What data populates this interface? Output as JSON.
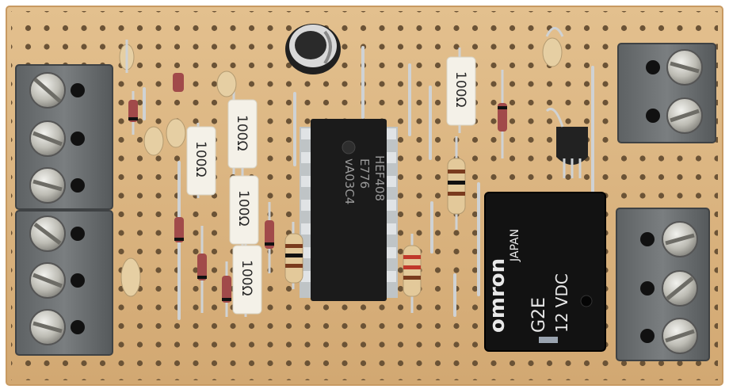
{
  "colors": {
    "background": "#ffffff",
    "board": "#d9b27e",
    "board_edge": "#c89a62",
    "hole": "#6b5336",
    "terminal_block": "#6e7274",
    "relay": "#121212",
    "chip": "#1b1b1b",
    "capacitor_label": "#d9d9d9",
    "white_resistor": "#f4f1e8"
  },
  "icons": [
    "screw-terminal-icon",
    "relay-icon",
    "ic-chip-icon",
    "capacitor-icon",
    "resistor-icon",
    "diode-icon",
    "transistor-icon"
  ],
  "components": {
    "chip": {
      "line1": "HEF408",
      "line2": "E776",
      "line3": "vA03C4"
    },
    "relay": {
      "brand": "omron",
      "country": "JAPAN",
      "model": "G2E",
      "rating": "12 VDC"
    },
    "resistors": [
      "100Ω",
      "100Ω",
      "100Ω",
      "100Ω",
      "100Ω"
    ]
  }
}
